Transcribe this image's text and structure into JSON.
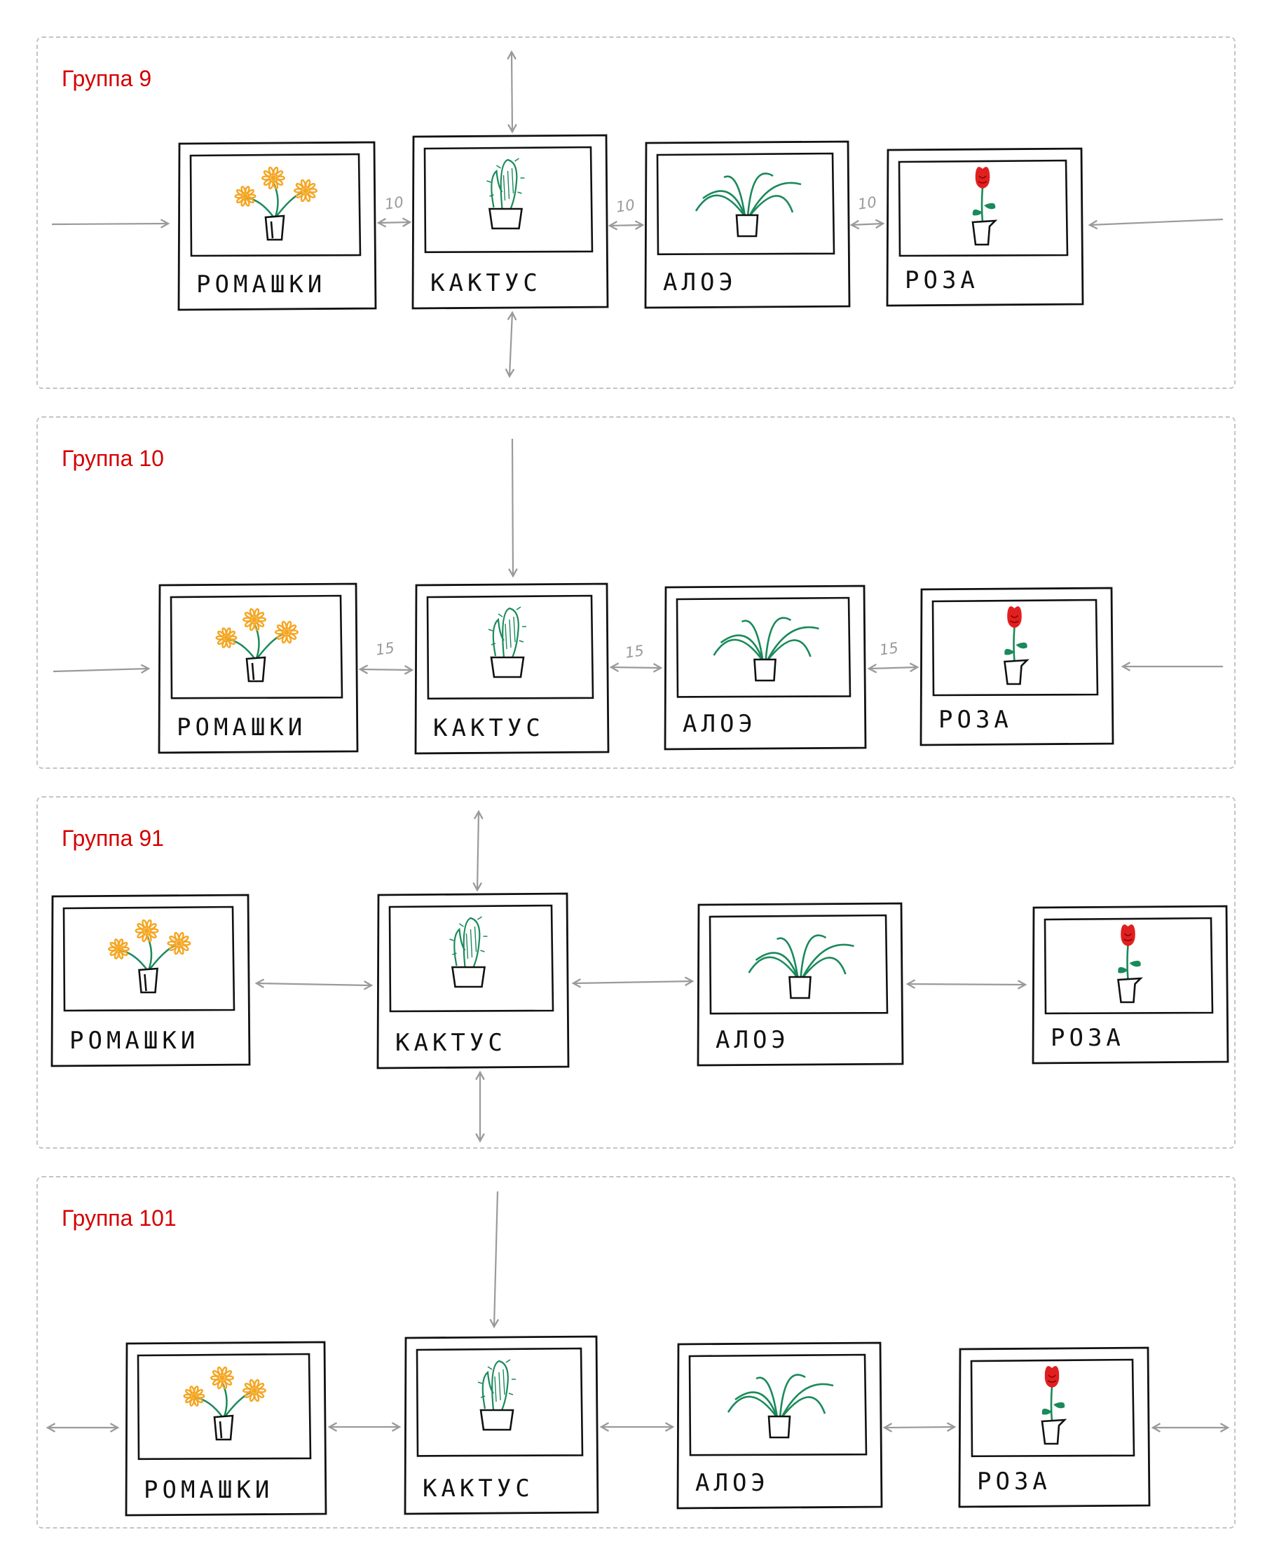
{
  "colors": {
    "group_title": "#d40000",
    "border_dashed": "#c4c4c4",
    "arrow": "#9a9a9a",
    "stroke": "#111111",
    "daisy": "#f5a623",
    "stem_green": "#1a8a5a",
    "rose_red": "#e02020"
  },
  "plant_names": {
    "daisies": "РОМАШКИ",
    "cactus": "КАКТУС",
    "aloe": "АЛОЭ",
    "rose": "РОЗА"
  },
  "plant_icons": {
    "daisies": "daisies-icon",
    "cactus": "cactus-icon",
    "aloe": "aloe-icon",
    "rose": "rose-icon"
  },
  "groups": [
    {
      "title": "Группа 9",
      "gap_labels": [
        "10",
        "10",
        "10"
      ]
    },
    {
      "title": "Группа 10",
      "gap_labels": [
        "15",
        "15",
        "15"
      ]
    },
    {
      "title": "Группа 91",
      "gap_labels": []
    },
    {
      "title": "Группа 101",
      "gap_labels": []
    }
  ]
}
